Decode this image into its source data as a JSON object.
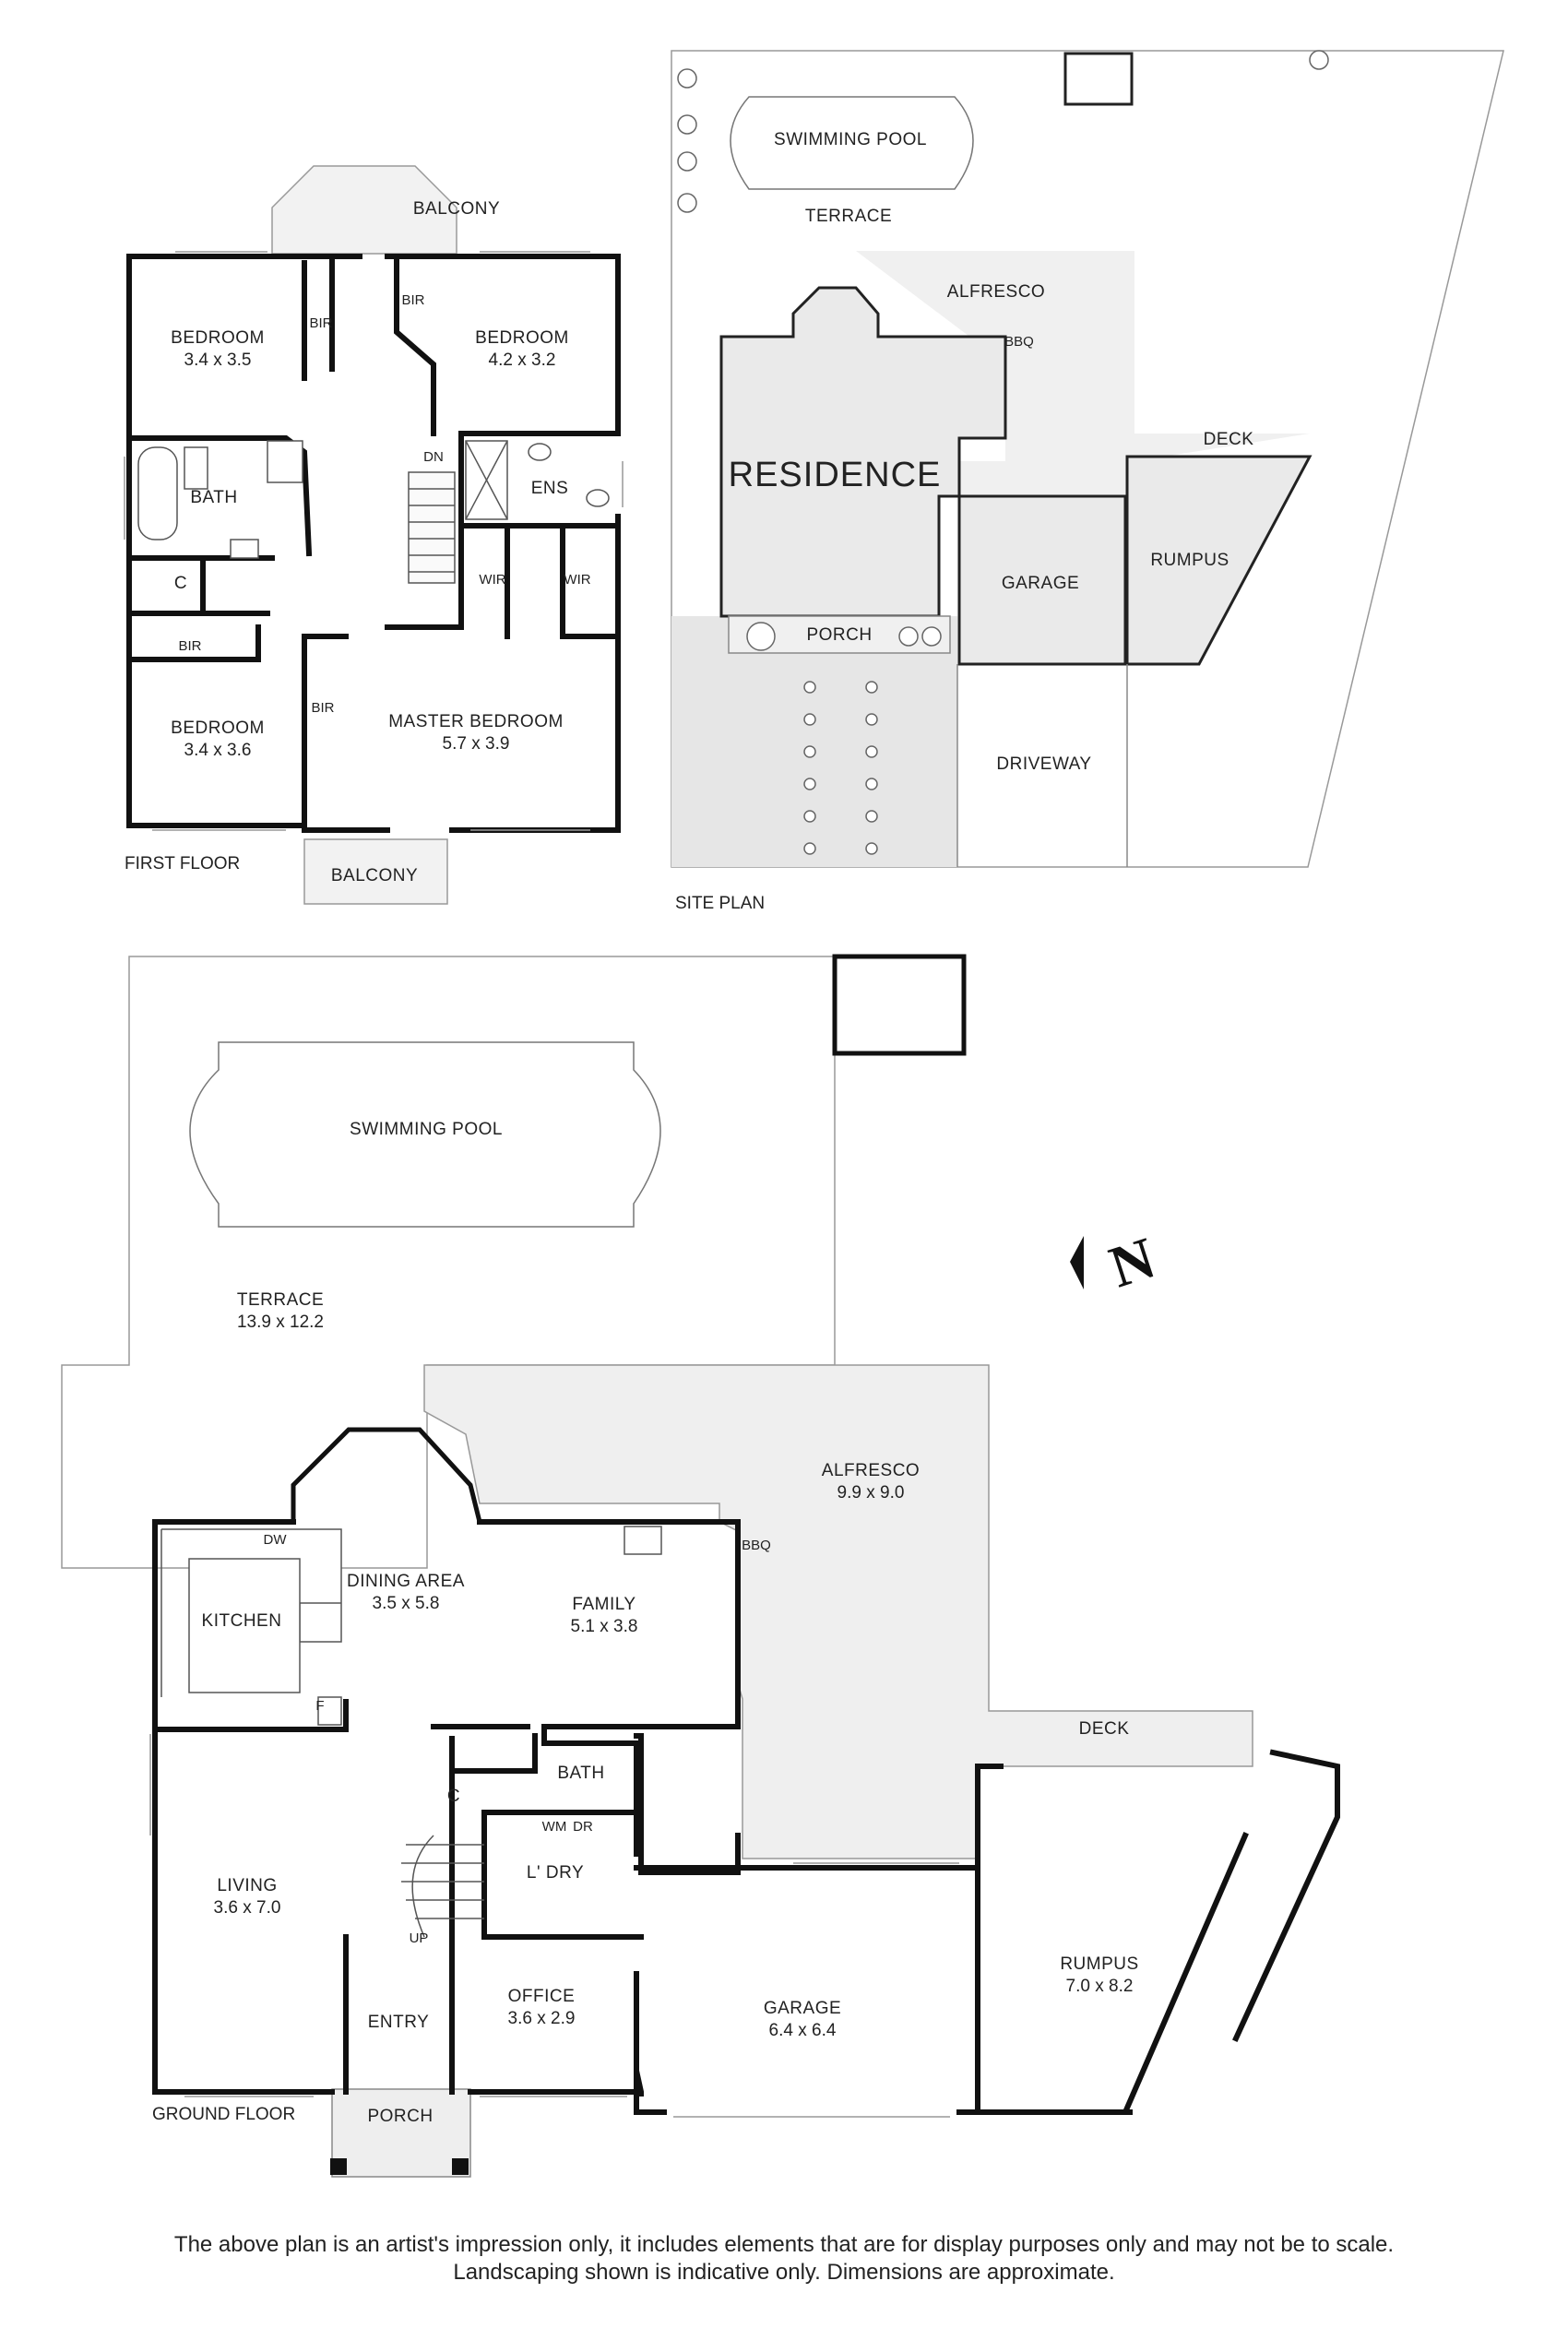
{
  "first_floor": {
    "caption": "FIRST FLOOR",
    "balcony_top": "BALCONY",
    "balcony_bottom": "BALCONY",
    "bedroom_nw": {
      "name": "BEDROOM",
      "dim": "3.4 x 3.5"
    },
    "bedroom_ne": {
      "name": "BEDROOM",
      "dim": "4.2 x 3.2"
    },
    "bedroom_sw": {
      "name": "BEDROOM",
      "dim": "3.4 x 3.6"
    },
    "master": {
      "name": "MASTER BEDROOM",
      "dim": "5.7 x 3.9"
    },
    "bath": "BATH",
    "ens": "ENS",
    "c": "C",
    "bir_1": "BIR",
    "bir_2": "BIR",
    "bir_3": "BIR",
    "bir_4": "BIR",
    "wir_1": "WIR",
    "wir_2": "WIR",
    "dn": "DN"
  },
  "site_plan": {
    "caption": "SITE PLAN",
    "swimming_pool": "SWIMMING POOL",
    "terrace": "TERRACE",
    "alfresco": "ALFRESCO",
    "residence": "RESIDENCE",
    "bbq": "BBQ",
    "deck": "DECK",
    "garage": "GARAGE",
    "rumpus": "RUMPUS",
    "porch": "PORCH",
    "driveway": "DRIVEWAY"
  },
  "ground_floor": {
    "caption": "GROUND FLOOR",
    "swimming_pool": "SWIMMING POOL",
    "terrace": {
      "name": "TERRACE",
      "dim": "13.9 x 12.2"
    },
    "alfresco": {
      "name": "ALFRESCO",
      "dim": "9.9 x 9.0"
    },
    "dining": {
      "name": "DINING AREA",
      "dim": "3.5 x 5.8"
    },
    "family": {
      "name": "FAMILY",
      "dim": "5.1 x 3.8"
    },
    "kitchen": "KITCHEN",
    "dw": "DW",
    "f": "F",
    "bbq": "BBQ",
    "deck": "DECK",
    "bath": "BATH",
    "c": "C",
    "wm": "WM",
    "dr": "DR",
    "ldry": "L' DRY",
    "living": {
      "name": "LIVING",
      "dim": "3.6 x 7.0"
    },
    "up": "UP",
    "entry": "ENTRY",
    "office": {
      "name": "OFFICE",
      "dim": "3.6 x 2.9"
    },
    "garage": {
      "name": "GARAGE",
      "dim": "6.4 x 6.4"
    },
    "rumpus": {
      "name": "RUMPUS",
      "dim": "7.0 x 8.2"
    },
    "porch": "PORCH"
  },
  "compass": "N",
  "footer": {
    "line1": "The above plan is an artist's impression only, it includes elements that are for display purposes only and may not be to scale.",
    "line2": "Landscaping shown is indicative only. Dimensions are approximate."
  }
}
